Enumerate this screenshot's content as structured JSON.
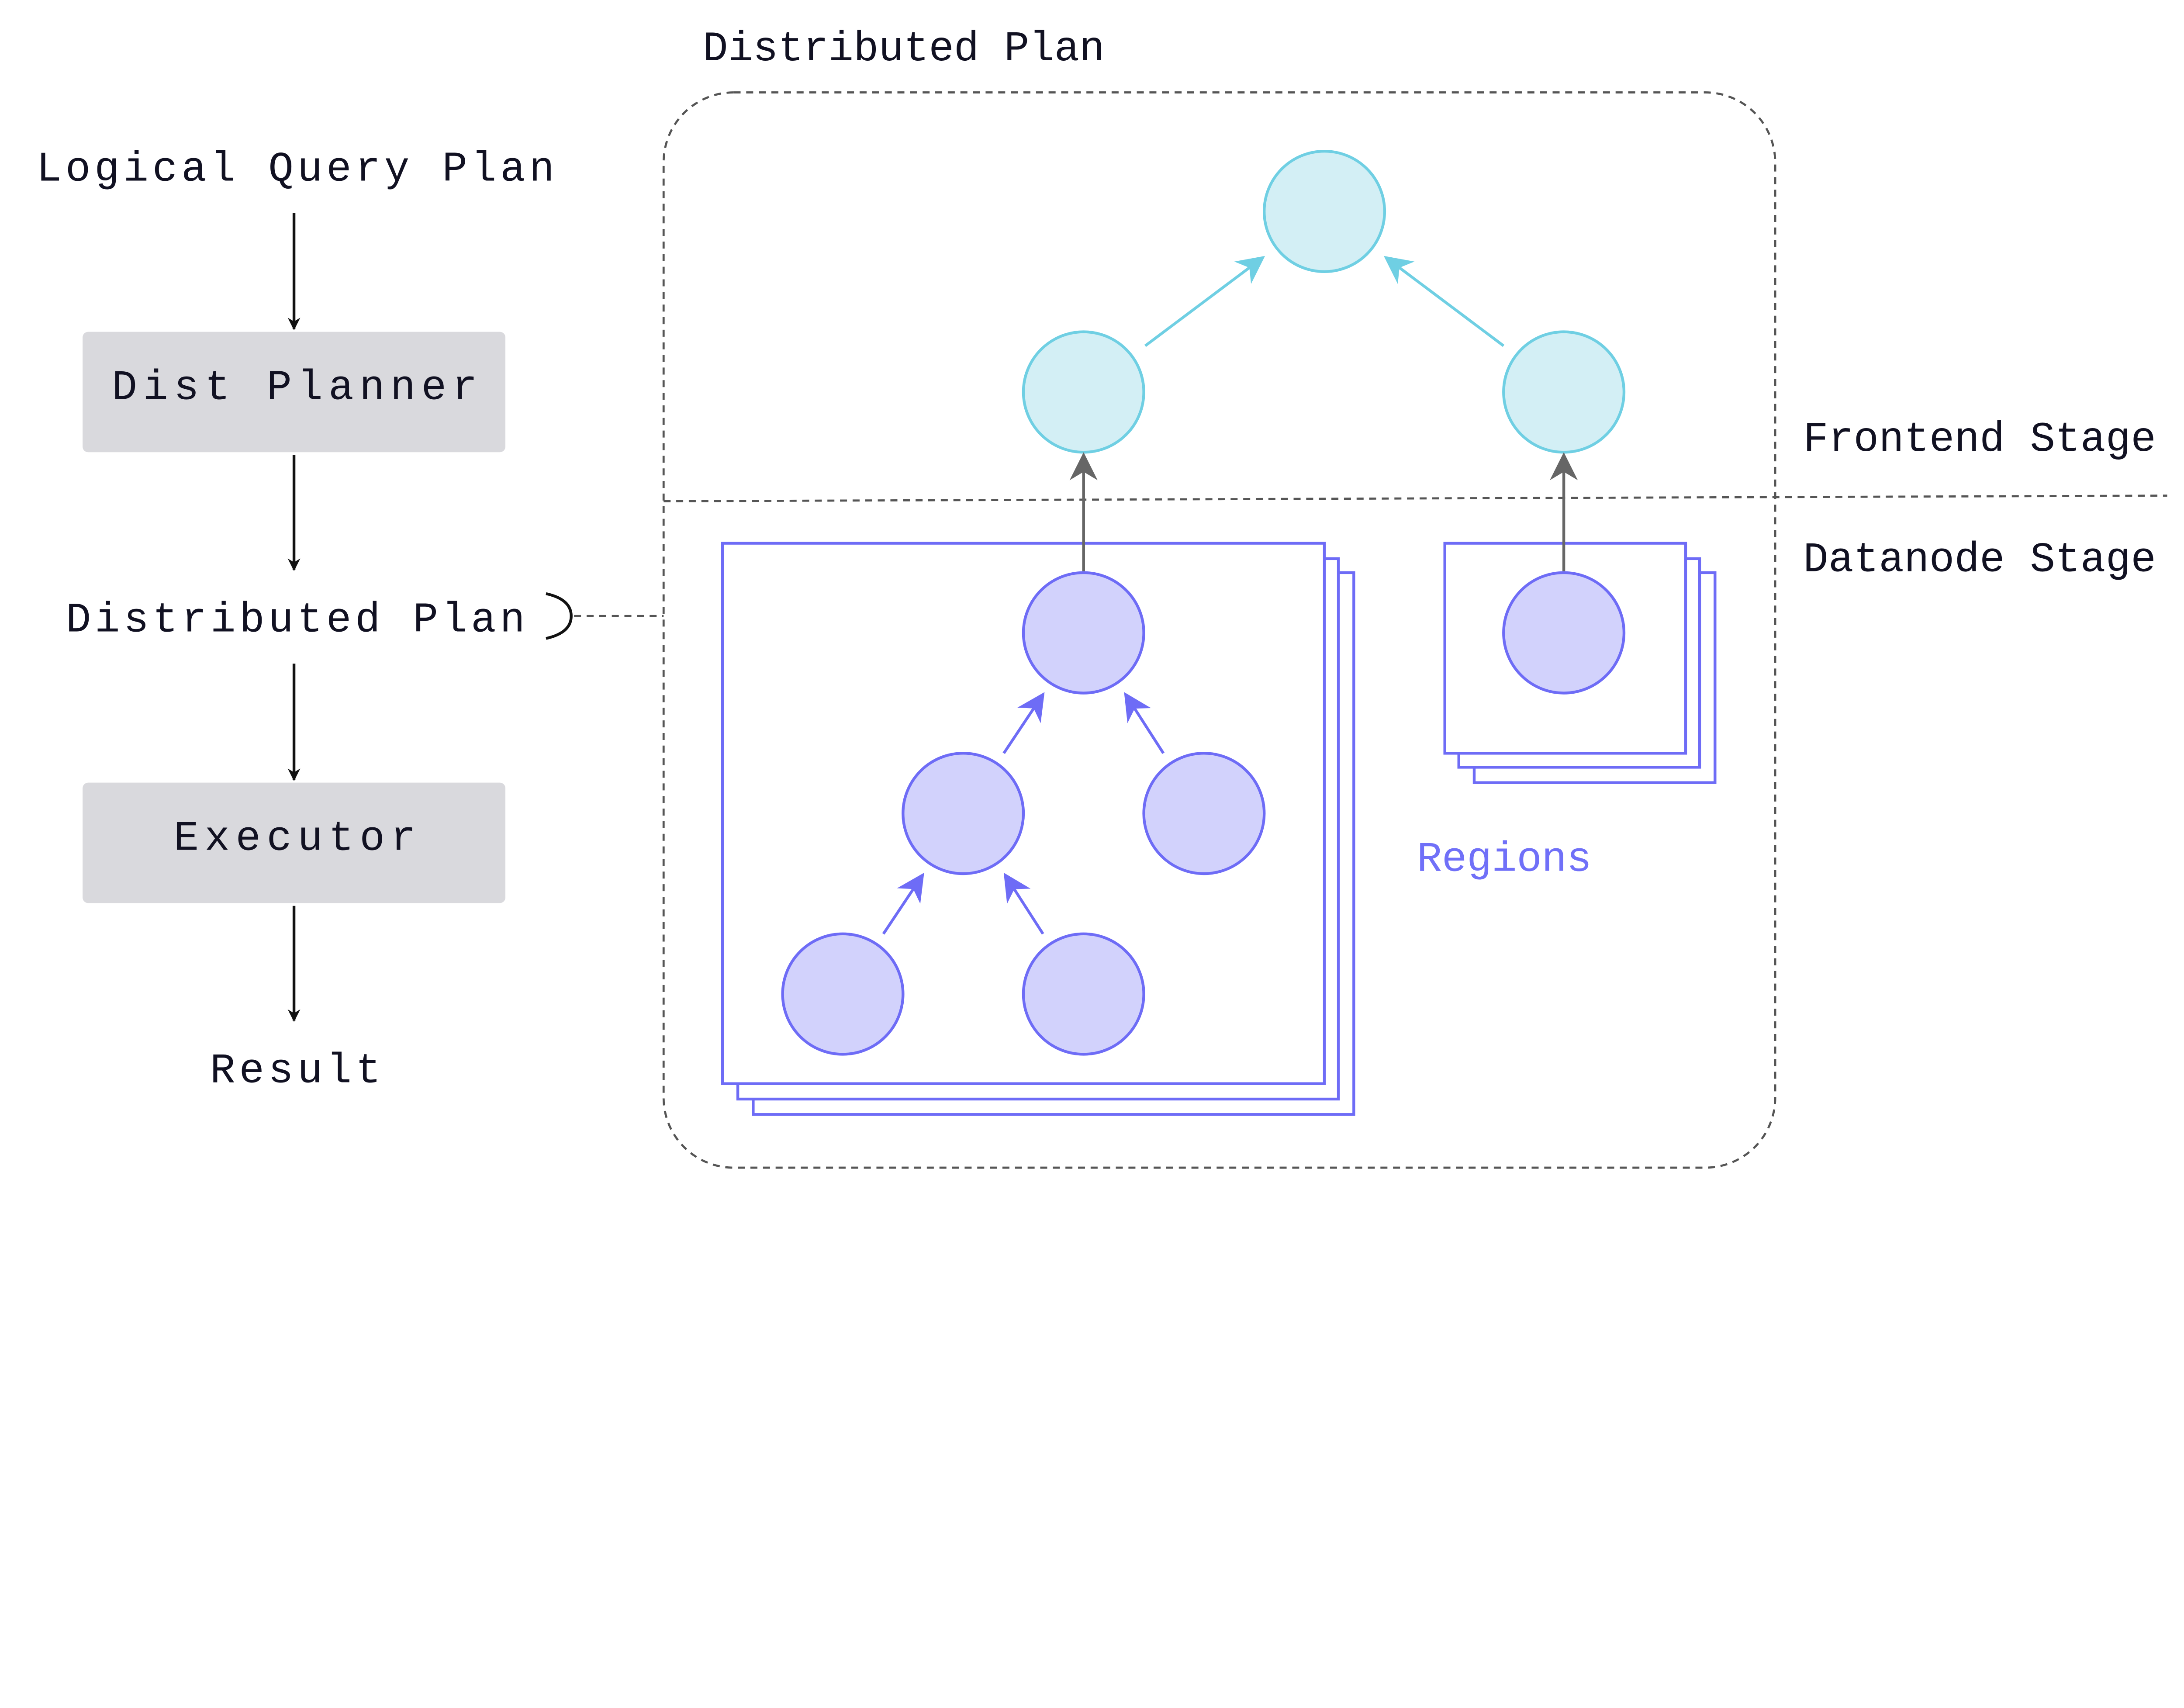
{
  "left_flow": {
    "logical_query_plan": "Logical Query Plan",
    "dist_planner": "Dist Planner",
    "distributed_plan": "Distributed Plan",
    "executor": "Executor",
    "result": "Result"
  },
  "distributed_plan_panel": {
    "title": "Distributed Plan",
    "frontend_stage": "Frontend Stage",
    "datanode_stage": "Datanode Stage",
    "regions": "Regions"
  },
  "colors": {
    "frontend_node_fill": "#d3eff5",
    "frontend_node_stroke": "#6fcfe3",
    "datanode_node_fill": "#d2d2fc",
    "datanode_node_stroke": "#6e6cf6",
    "box_fill": "#d9d9dd",
    "stage_arrow": "#666666"
  }
}
